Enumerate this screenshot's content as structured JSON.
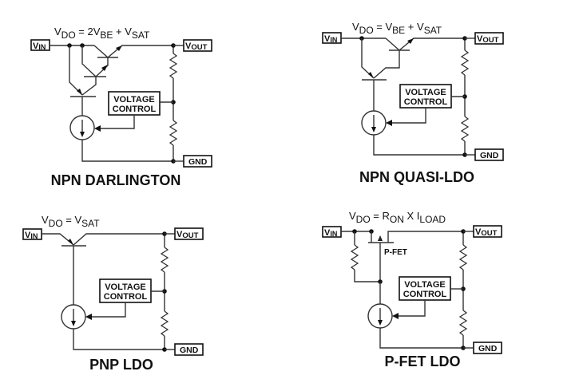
{
  "diagrams": [
    {
      "title": "NPN DARLINGTON",
      "equation": {
        "v": "V",
        "v_sub": "DO",
        "eq": " = 2V",
        "term1_sub": "BE",
        "plus": " + V",
        "term2_sub": "SAT"
      },
      "vin_label": {
        "main": "V",
        "sub": "IN"
      },
      "vout_label": {
        "main": "V",
        "sub": "OUT"
      },
      "gnd_label": "GND",
      "control_label": [
        "VOLTAGE",
        "CONTROL"
      ]
    },
    {
      "title": "NPN QUASI-LDO",
      "equation": {
        "v": "V",
        "v_sub": "DO",
        "eq": " = V",
        "term1_sub": "BE",
        "plus": " + V",
        "term2_sub": "SAT"
      },
      "vin_label": {
        "main": "V",
        "sub": "IN"
      },
      "vout_label": {
        "main": "V",
        "sub": "OUT"
      },
      "gnd_label": "GND",
      "control_label": [
        "VOLTAGE",
        "CONTROL"
      ]
    },
    {
      "title": "PNP LDO",
      "equation": {
        "v": "V",
        "v_sub": "DO",
        "eq": " = V",
        "term1_sub": "SAT"
      },
      "vin_label": {
        "main": "V",
        "sub": "IN"
      },
      "vout_label": {
        "main": "V",
        "sub": "OUT"
      },
      "gnd_label": "GND",
      "control_label": [
        "VOLTAGE",
        "CONTROL"
      ]
    },
    {
      "title": "P-FET LDO",
      "equation": {
        "v": "V",
        "v_sub": "DO",
        "eq": " = R",
        "term1_sub": "ON",
        "plus": " X I",
        "term2_sub": "LOAD"
      },
      "vin_label": {
        "main": "V",
        "sub": "IN"
      },
      "vout_label": {
        "main": "V",
        "sub": "OUT"
      },
      "gnd_label": "GND",
      "control_label": [
        "VOLTAGE",
        "CONTROL"
      ],
      "transistor_label": "P-FET"
    }
  ]
}
